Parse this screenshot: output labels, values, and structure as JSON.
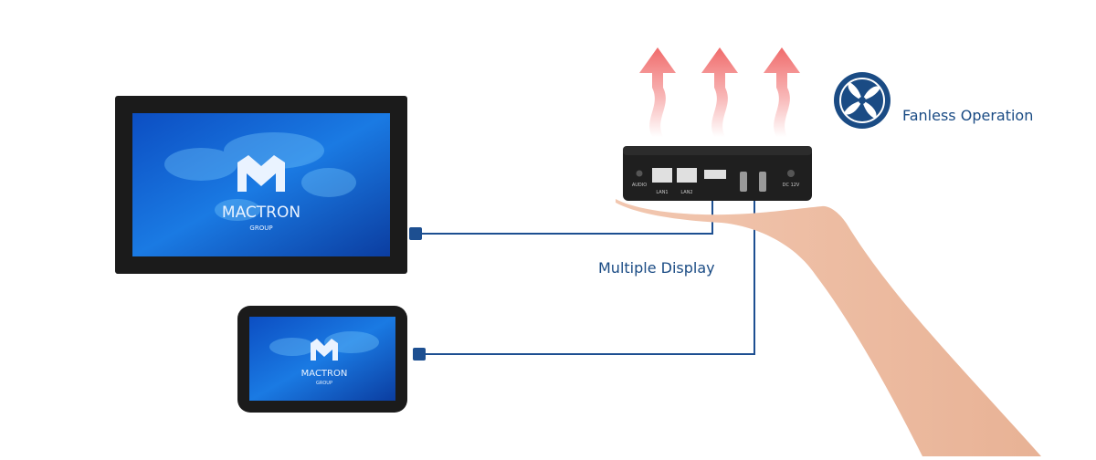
{
  "features": {
    "fanless": "Fanless Operation",
    "multiple_display": "Multiple Display"
  },
  "branding": {
    "logo_text": "MACTRON",
    "logo_subtext": "GROUP"
  },
  "ports": {
    "audio": "AUDIO",
    "lan1": "LAN1",
    "lan2": "LAN2",
    "dc": "DC 12V"
  },
  "colors": {
    "label_blue": "#1a4b84",
    "cable_blue": "#1d4f91",
    "heat_arrow": "#f27a7a",
    "fan_icon": "#1a4b84"
  },
  "icons": {
    "fan": "fan-icon",
    "heat": "heat-arrow-icon"
  }
}
